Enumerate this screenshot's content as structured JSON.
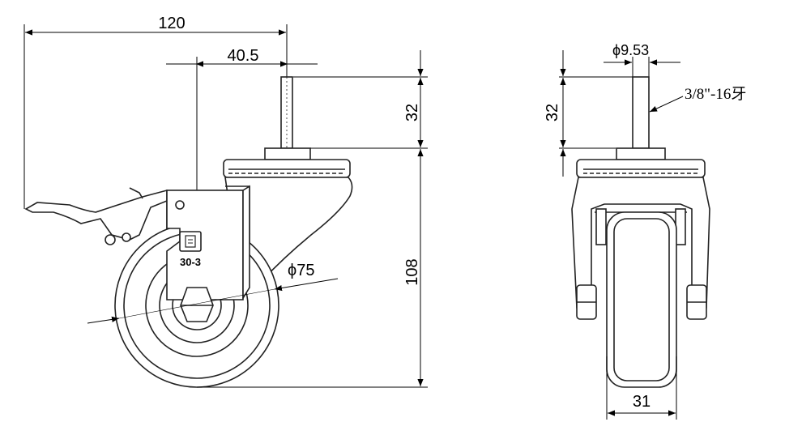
{
  "side_view": {
    "dim_overall_width": "120",
    "dim_offset": "40.5",
    "dim_stem_length": "32",
    "dim_height": "108",
    "dim_wheel_diameter": "75",
    "diameter_symbol": "ϕ",
    "model_label": "30-3"
  },
  "front_view": {
    "dim_stem_diameter": "9.53",
    "diameter_symbol": "ϕ",
    "dim_stem_length": "32",
    "thread_note": "3/8\"-16牙",
    "dim_wheel_width": "31"
  }
}
